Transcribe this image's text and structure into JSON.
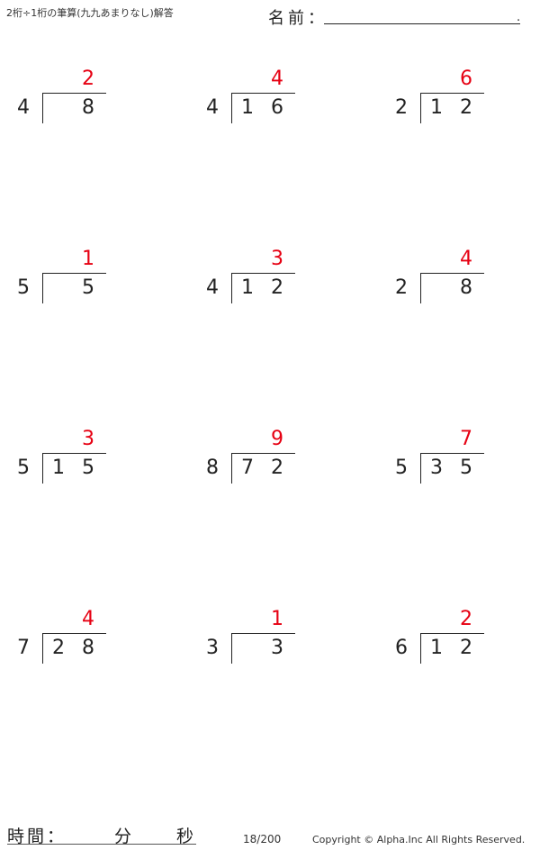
{
  "header": {
    "title": "2桁÷1桁の筆算(九九あまりなし)解答",
    "name_label": "名前：",
    "name_end": "."
  },
  "problems": [
    {
      "divisor": "4",
      "tens": "",
      "ones": "8",
      "quotient": "2"
    },
    {
      "divisor": "4",
      "tens": "1",
      "ones": "6",
      "quotient": "4"
    },
    {
      "divisor": "2",
      "tens": "1",
      "ones": "2",
      "quotient": "6"
    },
    {
      "divisor": "5",
      "tens": "",
      "ones": "5",
      "quotient": "1"
    },
    {
      "divisor": "4",
      "tens": "1",
      "ones": "2",
      "quotient": "3"
    },
    {
      "divisor": "2",
      "tens": "",
      "ones": "8",
      "quotient": "4"
    },
    {
      "divisor": "5",
      "tens": "1",
      "ones": "5",
      "quotient": "3"
    },
    {
      "divisor": "8",
      "tens": "7",
      "ones": "2",
      "quotient": "9"
    },
    {
      "divisor": "5",
      "tens": "3",
      "ones": "5",
      "quotient": "7"
    },
    {
      "divisor": "7",
      "tens": "2",
      "ones": "8",
      "quotient": "4"
    },
    {
      "divisor": "3",
      "tens": "",
      "ones": "3",
      "quotient": "1"
    },
    {
      "divisor": "6",
      "tens": "1",
      "ones": "2",
      "quotient": "2"
    }
  ],
  "footer": {
    "time_label": "時間：",
    "minutes_label": "分",
    "seconds_label": "秒",
    "page": "18/200",
    "copyright": "Copyright © Alpha.Inc All Rights Reserved."
  }
}
